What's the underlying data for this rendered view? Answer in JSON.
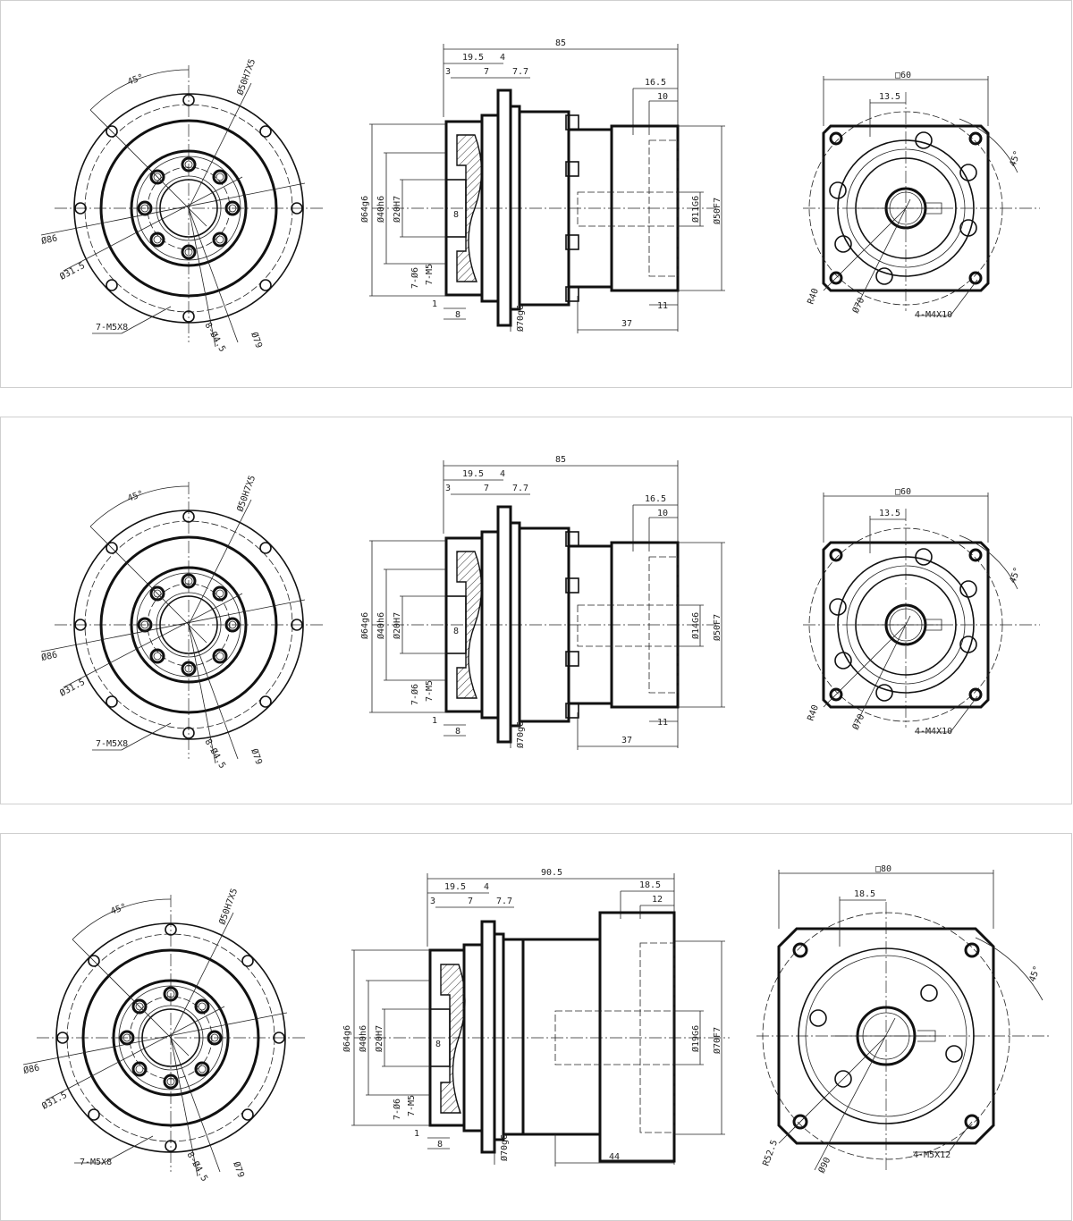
{
  "panels": [
    {
      "front": {
        "angle": "45°",
        "bolt_circle": "Ø50H7X5",
        "outer_dia": "Ø86",
        "inner_dia": "Ø31.5",
        "tapped_holes": "7-M5X8",
        "through_holes": "8-Ø4.5",
        "pitch_dia": "Ø79"
      },
      "side": {
        "overall_length": "85",
        "d_19_5": "19.5",
        "d_4": "4",
        "d_3": "3",
        "d_7": "7",
        "d_7_7": "7.7",
        "d_16_5": "16.5",
        "d_10": "10",
        "spigot": "Ø64g6",
        "flange_inner": "Ø40h6",
        "bore": "Ø20H7",
        "d_8": "8",
        "hole_dia": "7-Ø6",
        "thread": "7-M5",
        "d_1": "1",
        "d_8b": "8",
        "flange_dia": "Ø70g6",
        "input_shaft": "Ø11G6",
        "input_spigot": "Ø50F7",
        "d_11": "11",
        "d_37": "37"
      },
      "rear": {
        "square": "□60",
        "offset": "13.5",
        "angle": "45°",
        "radius": "R40",
        "pcd": "Ø70",
        "tapped": "4-M4X10"
      }
    },
    {
      "front": {
        "angle": "45°",
        "bolt_circle": "Ø50H7X5",
        "outer_dia": "Ø86",
        "inner_dia": "Ø31.5",
        "tapped_holes": "7-M5X8",
        "through_holes": "8-Ø4.5",
        "pitch_dia": "Ø79"
      },
      "side": {
        "overall_length": "85",
        "d_19_5": "19.5",
        "d_4": "4",
        "d_3": "3",
        "d_7": "7",
        "d_7_7": "7.7",
        "d_16_5": "16.5",
        "d_10": "10",
        "spigot": "Ø64g6",
        "flange_inner": "Ø40h6",
        "bore": "Ø20H7",
        "d_8": "8",
        "hole_dia": "7-Ø6",
        "thread": "7-M5",
        "d_1": "1",
        "d_8b": "8",
        "flange_dia": "Ø70g6",
        "input_shaft": "Ø14G6",
        "input_spigot": "Ø50F7",
        "d_11": "11",
        "d_37": "37"
      },
      "rear": {
        "square": "□60",
        "offset": "13.5",
        "angle": "45°",
        "radius": "R40",
        "pcd": "Ø70",
        "tapped": "4-M4X10"
      }
    },
    {
      "front": {
        "angle": "45°",
        "bolt_circle": "Ø50H7X5",
        "outer_dia": "Ø86",
        "inner_dia": "Ø31.5",
        "tapped_holes": "7-M5X8",
        "through_holes": "8-Ø4.5",
        "pitch_dia": "Ø79"
      },
      "side": {
        "overall_length": "90.5",
        "d_19_5": "19.5",
        "d_4": "4",
        "d_3": "3",
        "d_7": "7",
        "d_7_7": "7.7",
        "d_16_5": "18.5",
        "d_10": "12",
        "spigot": "Ø64g6",
        "flange_inner": "Ø40h6",
        "bore": "Ø20H7",
        "d_8": "8",
        "hole_dia": "7-Ø6",
        "thread": "7-M5",
        "d_1": "1",
        "d_8b": "8",
        "flange_dia": "Ø70g6",
        "input_shaft": "Ø19G6",
        "input_spigot": "Ø70F7",
        "d_11": "",
        "d_37": "44"
      },
      "rear": {
        "square": "□80",
        "offset": "18.5",
        "angle": "45°",
        "radius": "R52.5",
        "pcd": "Ø90",
        "tapped": "4-M5X12"
      }
    }
  ]
}
